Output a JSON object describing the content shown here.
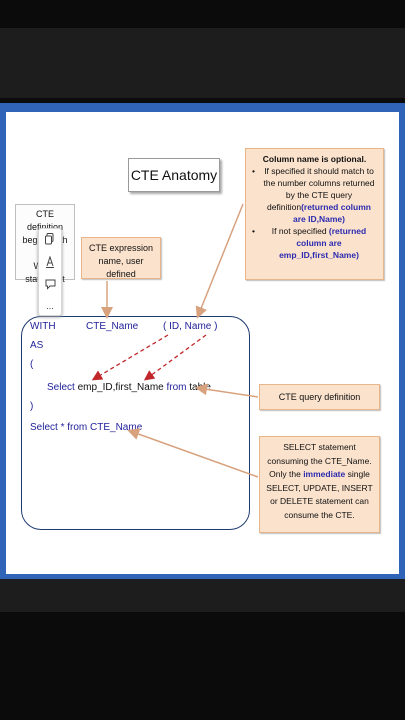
{
  "slide": {
    "title": "CTE Anatomy",
    "callouts": {
      "cte_definition": {
        "lines": [
          "CTE definition",
          "begins with as",
          "WITH",
          "statement"
        ]
      },
      "cte_expression": {
        "line1": "CTE expression",
        "line2": "name, user defined"
      },
      "column_optional": {
        "heading": "Column name is optional.",
        "bullet1_prefix": "If specified it should match to the number columns returned by the CTE query definition",
        "bullet1_highlight": "(returned column are ID,Name)",
        "bullet2_prefix": "If not specified ",
        "bullet2_highlight": "(returned column are emp_ID,first_Name)"
      },
      "cte_query_definition": "CTE query definition",
      "select_consuming": {
        "part1": "SELECT statement consuming the CTE_Name. Only the",
        "highlight": "immediate",
        "part2": "single SELECT, UPDATE, INSERT or DELETE statement can consume the CTE."
      }
    },
    "code": {
      "with_kw": "WITH",
      "cte_name": "CTE_Name",
      "columns": "( ID, Name )",
      "as_kw": "AS",
      "open_paren": "(",
      "select_kw": "Select",
      "select_cols": "emp_ID,first_Name",
      "from_kw": "from",
      "table_name": "table",
      "close_paren": ")",
      "final_select": "Select * from CTE_Name"
    }
  },
  "toolbar": {
    "icons": [
      "copy-icon",
      "format-icon",
      "comment-icon",
      "more-icon"
    ],
    "more_label": "..."
  },
  "colors": {
    "frame": "#2f64b8",
    "callout_fill": "#fbe2cc",
    "keyword": "#1f1f99",
    "arrow_red": "#c0262a",
    "arrow_tan": "#d8a27e"
  }
}
